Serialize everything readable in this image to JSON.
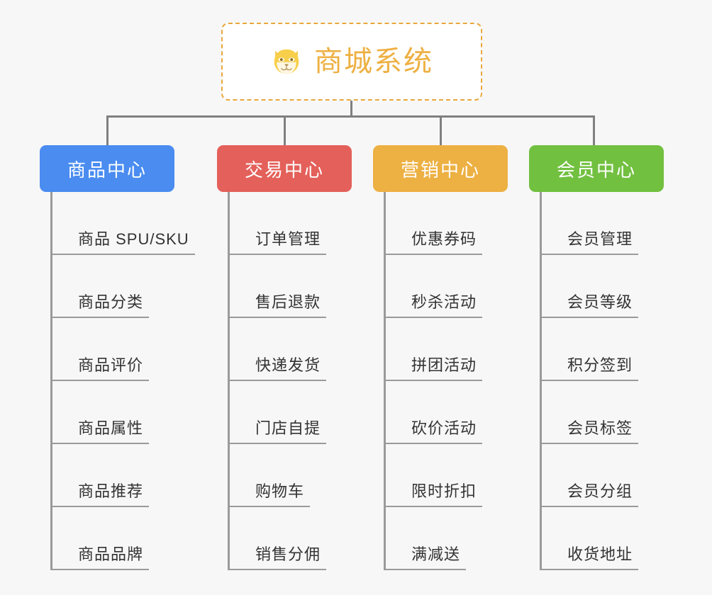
{
  "page": {
    "background_color": "#f7f7f7",
    "type": "mind-map"
  },
  "root": {
    "title": "商城系统",
    "icon": "shiba-dog-face-icon",
    "text_color": "#eeb042",
    "border_color": "#e9a83c",
    "background_color": "#ffffff"
  },
  "connector": {
    "color": "#808080"
  },
  "branches": [
    {
      "label": "商品中心",
      "color": "#4a8cf0",
      "items": [
        "商品 SPU/SKU",
        "商品分类",
        "商品评价",
        "商品属性",
        "商品推荐",
        "商品品牌"
      ]
    },
    {
      "label": "交易中心",
      "color": "#e4605a",
      "items": [
        "订单管理",
        "售后退款",
        "快递发货",
        "门店自提",
        "购物车",
        "销售分佣"
      ]
    },
    {
      "label": "营销中心",
      "color": "#edb042",
      "items": [
        "优惠券码",
        "秒杀活动",
        "拼团活动",
        "砍价活动",
        "限时折扣",
        "满减送"
      ]
    },
    {
      "label": "会员中心",
      "color": "#72c040",
      "items": [
        "会员管理",
        "会员等级",
        "积分签到",
        "会员标签",
        "会员分组",
        "收货地址"
      ]
    }
  ]
}
